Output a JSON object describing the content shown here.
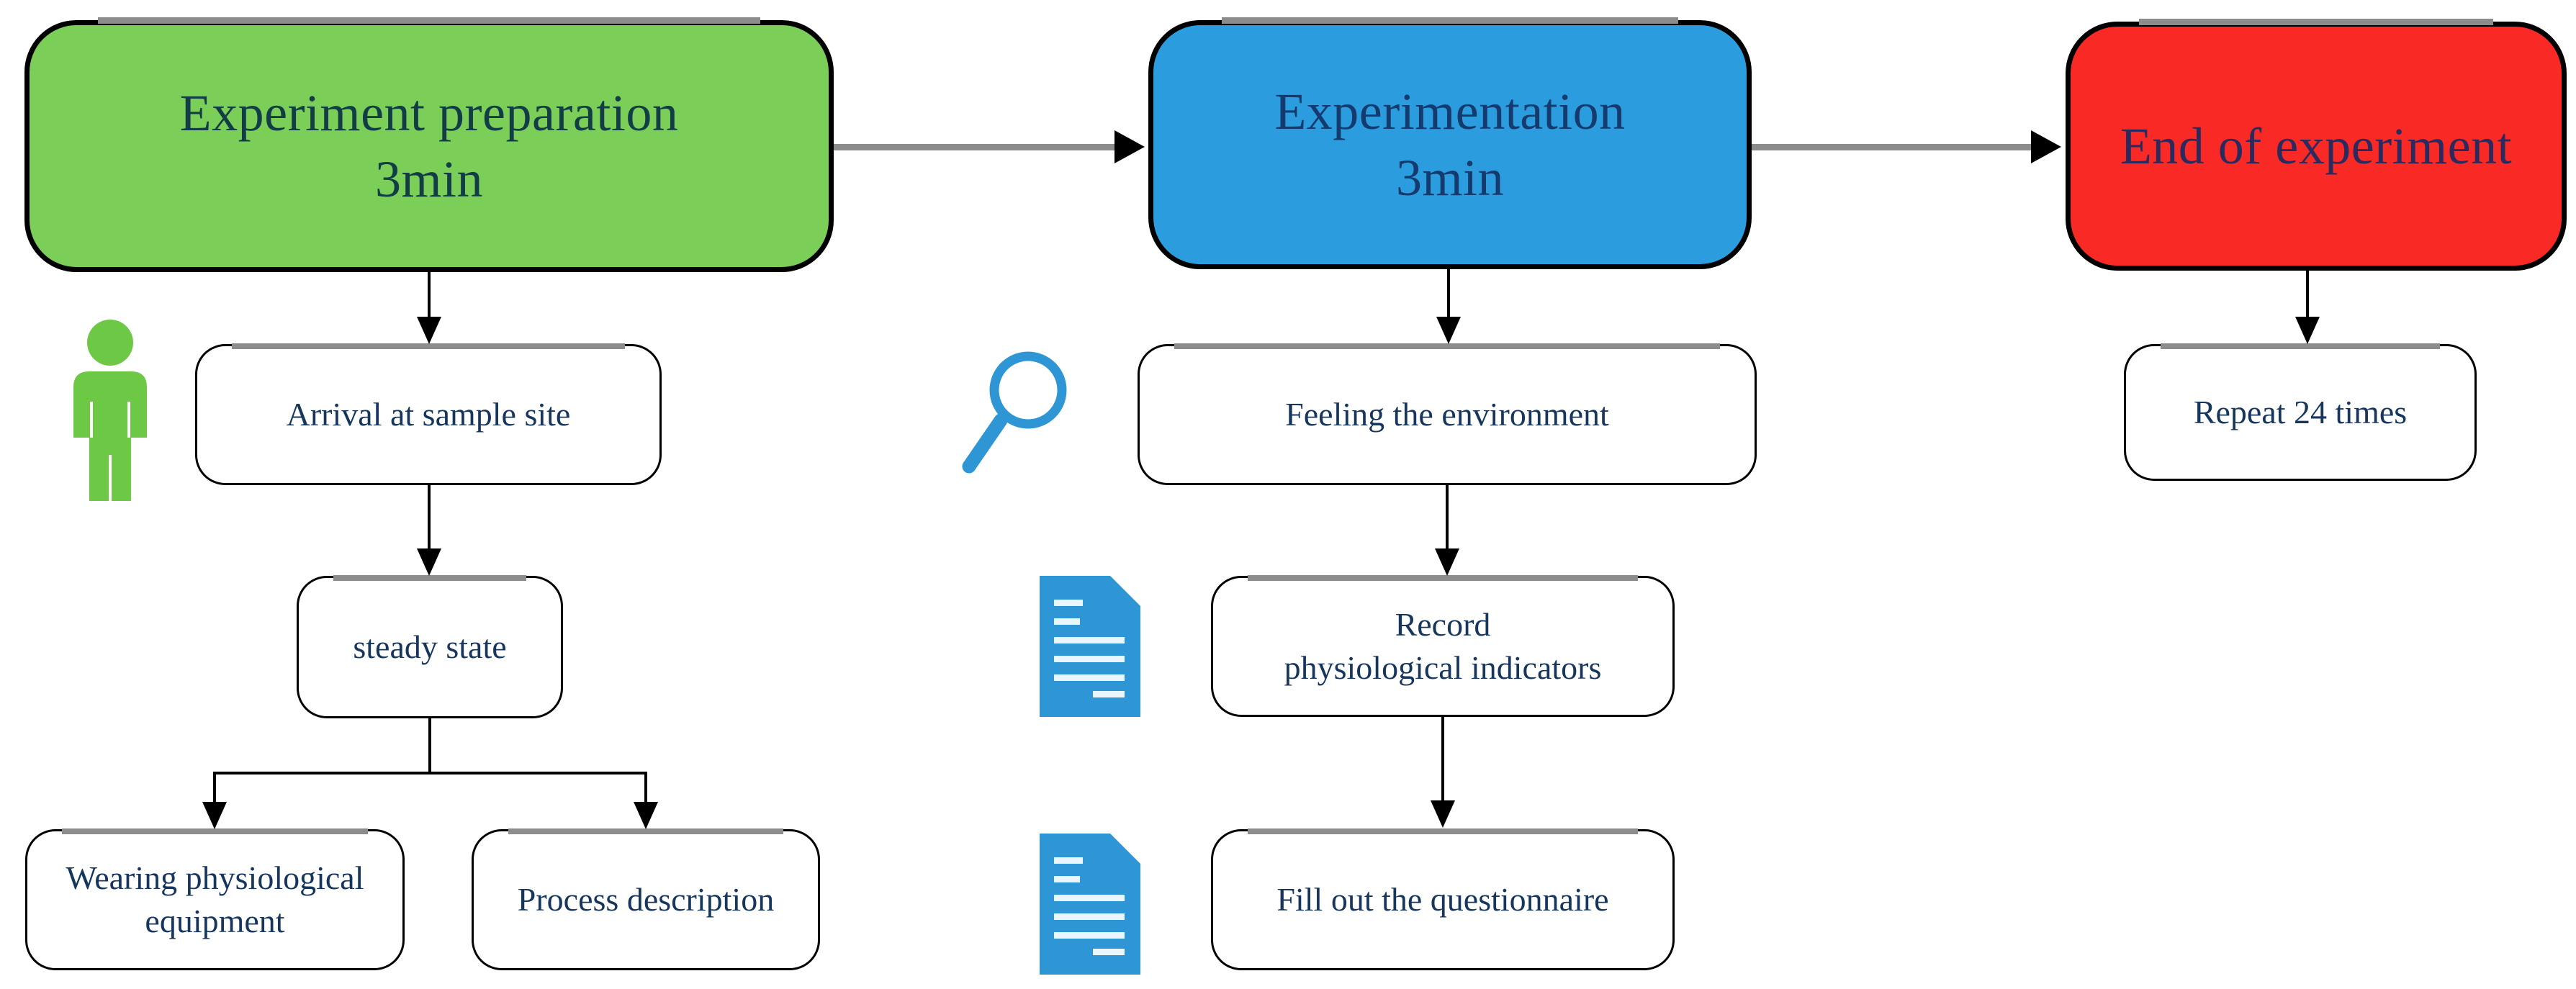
{
  "diagram": {
    "stages": {
      "preparation": {
        "label": "Experiment preparation\n3min",
        "fill": "#7bce58",
        "text_color": "#123c46"
      },
      "experimentation": {
        "label": "Experimentation\n3min",
        "fill": "#2b9cdd",
        "text_color": "#143a6e"
      },
      "end": {
        "label": "End of experiment",
        "fill": "#f92a25",
        "text_color": "#2b2a5e"
      }
    },
    "steps": {
      "arrival": {
        "label": "Arrival at sample site"
      },
      "steady": {
        "label": "steady state"
      },
      "wearing": {
        "label": "Wearing physiological\nequipment"
      },
      "process": {
        "label": "Process description"
      },
      "feeling": {
        "label": "Feeling the environment"
      },
      "record": {
        "label": "Record\nphysiological indicators"
      },
      "questionnaire": {
        "label": "Fill out the questionnaire"
      },
      "repeat": {
        "label": "Repeat 24 times"
      }
    },
    "icons": {
      "person": "person-icon",
      "magnifier": "magnifier-icon",
      "document_record": "document-icon",
      "document_questionnaire": "document-icon"
    },
    "colors": {
      "step_text": "#17365d",
      "person_green": "#6cc845",
      "icon_blue": "#2e96d4",
      "icon_line_white": "#eaf6fd",
      "arrow_gray": "#8c8c8c",
      "line_black": "#000000",
      "background": "#ffffff"
    }
  }
}
